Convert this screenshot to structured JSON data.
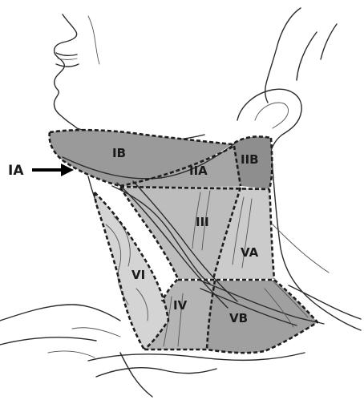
{
  "diagram": {
    "levels": [
      {
        "id": "ia",
        "label": "IA",
        "fill": "#000000"
      },
      {
        "id": "ib",
        "label": "IB",
        "fill": "#9a9a9a"
      },
      {
        "id": "iia",
        "label": "IIA",
        "fill": "#a6a6a6"
      },
      {
        "id": "iib",
        "label": "IIB",
        "fill": "#8e8e8e"
      },
      {
        "id": "iii",
        "label": "III",
        "fill": "#bdbdbd"
      },
      {
        "id": "iv",
        "label": "IV",
        "fill": "#b5b5b5"
      },
      {
        "id": "va",
        "label": "VA",
        "fill": "#cbcbcb"
      },
      {
        "id": "vb",
        "label": "VB",
        "fill": "#a0a0a0"
      },
      {
        "id": "vi",
        "label": "VI",
        "fill": "#d4d4d4"
      }
    ]
  }
}
